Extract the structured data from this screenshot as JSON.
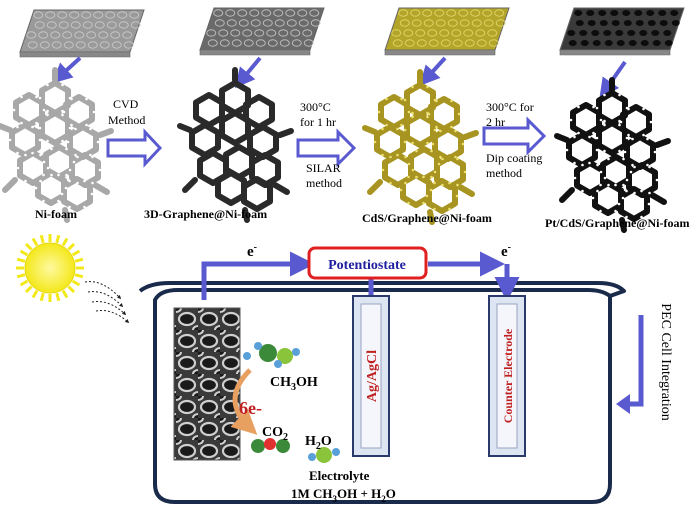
{
  "stages": [
    {
      "name": "Ni-foam"
    },
    {
      "name": "3D-Graphene@Ni-foam"
    },
    {
      "name": "CdS/Graphene@Ni-foam"
    },
    {
      "name": "Pt/CdS/Graphene@Ni-foam"
    }
  ],
  "steps": [
    {
      "lines": [
        "CVD",
        "Method"
      ]
    },
    {
      "lines": [
        "300°C",
        "for 1 hr",
        "",
        "SILAR",
        "method"
      ]
    },
    {
      "lines": [
        "300°C for",
        "2 hr",
        "Dip coating",
        "method"
      ]
    }
  ],
  "cell": {
    "electron_label": "e",
    "electron_sup": "-",
    "potentiostat": "Potentiostate",
    "reference_electrode": "Ag/AgCl",
    "counter_electrode": "Counter  Electrode",
    "methanol": "CH",
    "methanol_sub": "3",
    "methanol_rest": "OH",
    "electrons_transfer": "6e-",
    "co2": "CO",
    "co2_sub": "2",
    "h2o": "H",
    "h2o_sub": "2",
    "h2o_rest": "O",
    "electrolyte_title": "Electrolyte",
    "electrolyte_composition": "1M CH",
    "electrolyte_sub1": "3",
    "electrolyte_mid": "OH + H",
    "electrolyte_sub2": "2",
    "electrolyte_end": "O",
    "side_label": "PEC Cell Integration"
  },
  "colors": {
    "arrow_blue": "#5a5ad0",
    "tile_nifoam": "#9a9a9a",
    "tile_graphene": "#6a6a6a",
    "tile_cds": "#b3a52a",
    "tile_pt": "#3a3a3a",
    "frame_nifoam": "#a8a8a8",
    "frame_graphene": "#2a2a2a",
    "frame_cds": "#a89420",
    "frame_pt": "#111111",
    "potentiostat_border": "#e02020",
    "potentiostat_text": "#2020a0",
    "electrode_text": "#c02020",
    "beaker": "#1a2a4a",
    "sun": "#f3e81a",
    "transfer_text": "#c02020"
  }
}
